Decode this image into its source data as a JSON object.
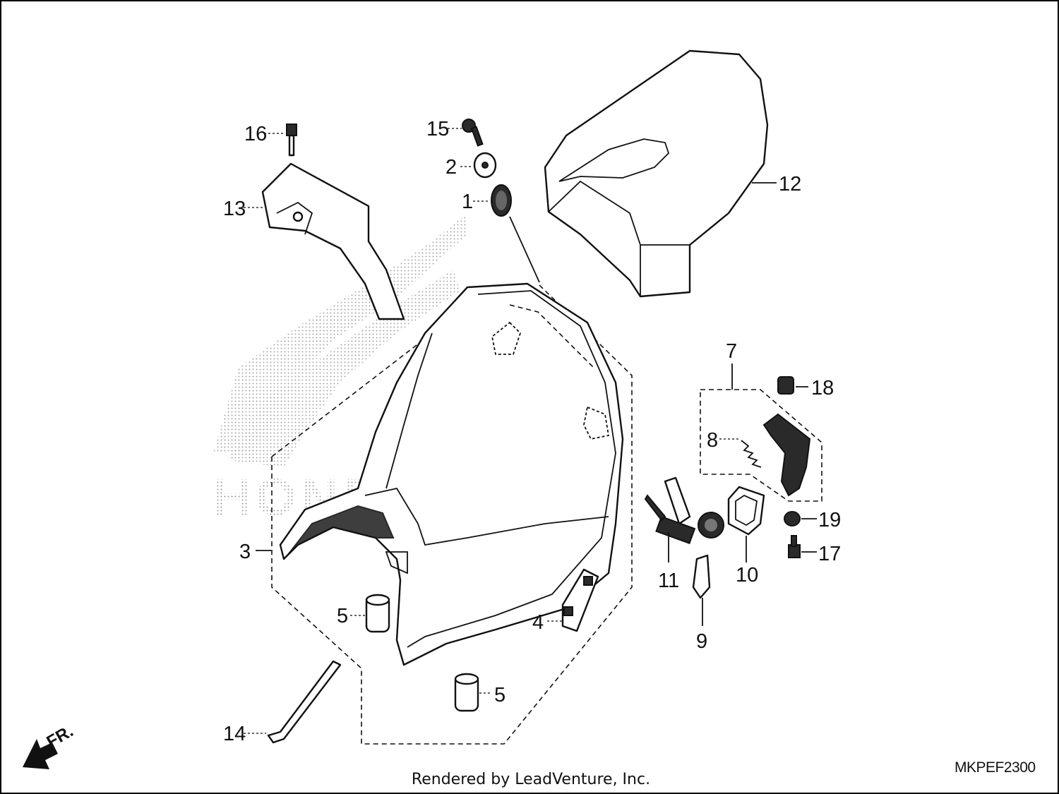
{
  "callouts": [
    {
      "id": "1",
      "text": "1"
    },
    {
      "id": "2",
      "text": "2"
    },
    {
      "id": "3",
      "text": "3"
    },
    {
      "id": "4",
      "text": "4"
    },
    {
      "id": "5a",
      "text": "5"
    },
    {
      "id": "5b",
      "text": "5"
    },
    {
      "id": "7",
      "text": "7"
    },
    {
      "id": "8",
      "text": "8"
    },
    {
      "id": "9",
      "text": "9"
    },
    {
      "id": "10",
      "text": "10"
    },
    {
      "id": "11",
      "text": "11"
    },
    {
      "id": "12",
      "text": "12"
    },
    {
      "id": "13",
      "text": "13"
    },
    {
      "id": "14",
      "text": "14"
    },
    {
      "id": "15",
      "text": "15"
    },
    {
      "id": "16",
      "text": "16"
    },
    {
      "id": "17",
      "text": "17"
    },
    {
      "id": "18",
      "text": "18"
    },
    {
      "id": "19",
      "text": "19"
    }
  ],
  "watermark": "HONDA",
  "direction_label": "FR.",
  "diagram_code": "MKPEF2300",
  "footer": "Rendered by LeadVenture, Inc."
}
